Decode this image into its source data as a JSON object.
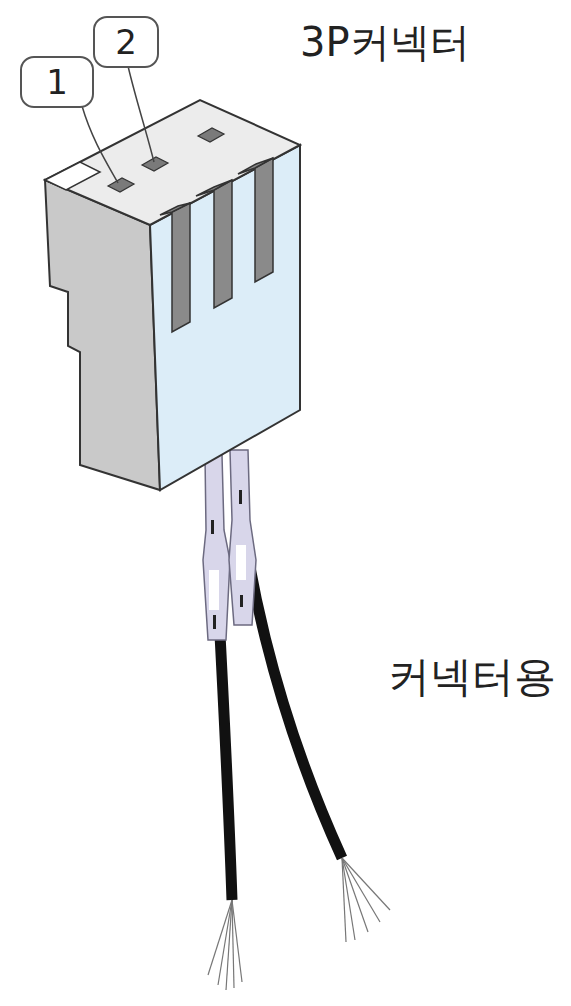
{
  "diagram": {
    "nodes": [
      {
        "text": [
          "1"
        ]
      },
      {
        "text": [
          "2"
        ]
      }
    ],
    "labels": [
      "3P커넥터",
      "커넥터용"
    ]
  }
}
